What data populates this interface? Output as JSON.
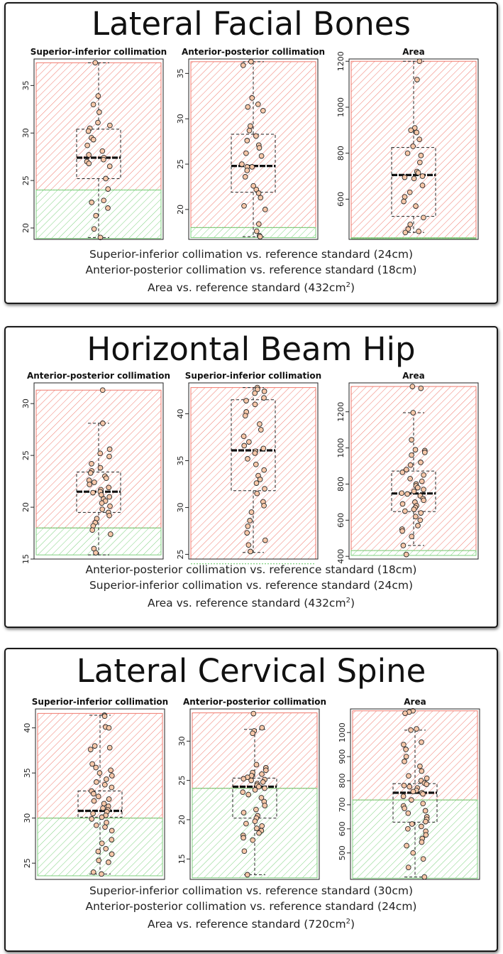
{
  "panels": [
    {
      "title": "Lateral Facial Bones",
      "captions": [
        {
          "text": "Superior-inferior collimation vs. reference standard (24cm)"
        },
        {
          "text": "Anterior-posterior collimation vs. reference standard (18cm)"
        },
        {
          "text": "Area vs. reference standard (432cm",
          "sup": "2",
          "tail": ")"
        }
      ]
    },
    {
      "title": "Horizontal Beam Hip",
      "captions": [
        {
          "text": "Anterior-posterior collimation vs. reference standard (18cm)"
        },
        {
          "text": "Superior-inferior collimation vs. reference standard (24cm)"
        },
        {
          "text": "Area vs. reference standard (432cm",
          "sup": "2",
          "tail": ")"
        }
      ]
    },
    {
      "title": "Lateral Cervical Spine",
      "captions": [
        {
          "text": "Superior-inferior collimation vs. reference standard (30cm)"
        },
        {
          "text": "Anterior-posterior collimation vs. reference standard (24cm)"
        },
        {
          "text": "Area vs. reference standard (720cm",
          "sup": "2",
          "tail": ")"
        }
      ]
    }
  ],
  "colors": {
    "over_hatch": "#f07a6e",
    "under_hatch": "#7fd17f",
    "point_fill": "#f6c7a8",
    "point_edge": "#2b2b2b",
    "box_edge": "#222222",
    "median": "#111111"
  },
  "chart_data": [
    {
      "type": "boxplot",
      "panel": "Lateral Facial Bones",
      "title": "Superior-inferior collimation",
      "yticks": [
        20,
        25,
        30,
        35
      ],
      "ylim": [
        18.8,
        37.8
      ],
      "reference": 24,
      "band_min": 18.9,
      "band_max": 37.4,
      "box": {
        "whisker_low": 19,
        "q1": 25.2,
        "median": 27.4,
        "q3": 30.4,
        "whisker_high": 37.4
      },
      "points": [
        37.4,
        33.9,
        33.0,
        32.2,
        31.1,
        30.8,
        30.5,
        30.2,
        29.5,
        29.3,
        28.7,
        28.1,
        27.7,
        27.4,
        27.2,
        27.0,
        26.8,
        26.5,
        25.2,
        24.1,
        22.9,
        22.7,
        22.1,
        21.3,
        19.9,
        19.0
      ]
    },
    {
      "type": "boxplot",
      "panel": "Lateral Facial Bones",
      "title": "Anterior-posterior collimation",
      "yticks": [
        20,
        25,
        30,
        35
      ],
      "ylim": [
        16.7,
        36.6
      ],
      "reference": 18,
      "band_min": 16.9,
      "band_max": 36.3,
      "box": {
        "whisker_low": 17,
        "q1": 21.9,
        "median": 24.8,
        "q3": 28.3,
        "whisker_high": 36.3
      },
      "points": [
        36.3,
        35.9,
        32.3,
        31.6,
        31.3,
        30.9,
        29.2,
        28.7,
        28.1,
        27.6,
        27.1,
        26.8,
        26.2,
        25.9,
        25.0,
        24.7,
        24.7,
        24.3,
        23.6,
        22.6,
        22.2,
        21.8,
        21.3,
        20.4,
        20.0,
        18.4,
        17.6,
        17.1,
        17.0
      ]
    },
    {
      "type": "boxplot",
      "panel": "Lateral Facial Bones",
      "title": "Area",
      "yticks": [
        600,
        800,
        1000,
        1200
      ],
      "ylim": [
        425,
        1210
      ],
      "reference": 432,
      "band_min": 428,
      "band_max": 1200,
      "box": {
        "whisker_low": 455,
        "q1": 525,
        "median": 705,
        "q3": 825,
        "whisker_high": 1200
      },
      "points": [
        1200,
        1120,
        910,
        900,
        890,
        860,
        830,
        800,
        790,
        760,
        720,
        715,
        700,
        695,
        690,
        660,
        630,
        610,
        590,
        570,
        520,
        490,
        470,
        460,
        455
      ]
    },
    {
      "type": "boxplot",
      "panel": "Horizontal Beam Hip",
      "title": "Anterior-posterior collimation",
      "yticks": [
        15,
        20,
        25,
        30
      ],
      "ylim": [
        15.0,
        32.0
      ],
      "reference": 18,
      "band_min": 15.4,
      "band_max": 31.3,
      "box": {
        "whisker_low": 15.4,
        "q1": 19.5,
        "median": 21.5,
        "q3": 23.4,
        "whisker_high": 28.1
      },
      "points": [
        31.3,
        28.1,
        25.6,
        25.2,
        24.9,
        24.2,
        23.8,
        23.5,
        23.3,
        23.0,
        22.8,
        22.6,
        22.4,
        22.2,
        21.9,
        21.7,
        21.5,
        21.4,
        21.2,
        21.0,
        20.8,
        20.6,
        20.4,
        20.1,
        19.8,
        19.5,
        19.2,
        18.9,
        18.5,
        18.2,
        17.8,
        17.4,
        16.0,
        15.6
      ]
    },
    {
      "type": "boxplot",
      "panel": "Horizontal Beam Hip",
      "title": "Superior-inferior collimation",
      "yticks": [
        25,
        30,
        35,
        40
      ],
      "ylim": [
        24.5,
        43.3
      ],
      "reference": 24,
      "band_min": 24.5,
      "band_max": 42.8,
      "box": {
        "whisker_low": 25.2,
        "q1": 31.8,
        "median": 36.1,
        "q3": 41.5,
        "whisker_high": 42.8
      },
      "points": [
        42.8,
        42.6,
        42.4,
        42.2,
        41.7,
        41.4,
        41.0,
        40.2,
        39.8,
        38.9,
        38.3,
        37.6,
        37.0,
        36.6,
        36.3,
        36.0,
        35.8,
        35.2,
        34.6,
        34.0,
        33.4,
        33.0,
        32.6,
        32.0,
        31.5,
        30.6,
        30.2,
        29.5,
        28.6,
        28.0,
        27.3,
        26.5,
        26.0,
        25.3
      ]
    },
    {
      "type": "boxplot",
      "panel": "Horizontal Beam Hip",
      "title": "Area",
      "yticks": [
        400,
        600,
        800,
        1000,
        1200
      ],
      "ylim": [
        385,
        1360
      ],
      "reference": 432,
      "band_min": 405,
      "band_max": 1340,
      "box": {
        "whisker_low": 460,
        "q1": 648,
        "median": 748,
        "q3": 872,
        "whisker_high": 1195
      },
      "points": [
        1340,
        1330,
        1195,
        1045,
        990,
        985,
        975,
        960,
        920,
        905,
        880,
        865,
        850,
        830,
        815,
        800,
        790,
        780,
        770,
        760,
        750,
        745,
        735,
        720,
        710,
        700,
        690,
        680,
        670,
        660,
        650,
        640,
        620,
        600,
        570,
        550,
        540,
        510,
        460,
        410
      ]
    },
    {
      "type": "boxplot",
      "panel": "Lateral Cervical Spine",
      "title": "Superior-inferior collimation",
      "yticks": [
        25,
        30,
        35,
        40
      ],
      "ylim": [
        23.2,
        42.1
      ],
      "reference": 30,
      "band_min": 23.6,
      "band_max": 41.6,
      "box": {
        "whisker_low": 23.8,
        "q1": 30.1,
        "median": 30.8,
        "q3": 33.0,
        "whisker_high": 41.4
      },
      "points": [
        41.4,
        41.3,
        40.1,
        40.0,
        38.0,
        37.8,
        37.6,
        36.0,
        35.6,
        35.3,
        35.0,
        34.7,
        34.3,
        34.0,
        33.7,
        33.4,
        33.0,
        32.7,
        32.4,
        32.1,
        31.9,
        31.6,
        31.3,
        31.1,
        30.9,
        30.7,
        30.5,
        30.3,
        30.1,
        29.9,
        29.5,
        29.2,
        29.0,
        28.6,
        27.6,
        27.2,
        26.6,
        26.3,
        26.0,
        25.3,
        25.1,
        24.0,
        23.8
      ]
    },
    {
      "type": "boxplot",
      "panel": "Lateral Cervical Spine",
      "title": "Anterior-posterior collimation",
      "yticks": [
        15,
        20,
        25,
        30
      ],
      "ylim": [
        12.4,
        34.1
      ],
      "reference": 24,
      "band_min": 12.6,
      "band_max": 33.6,
      "box": {
        "whisker_low": 13.0,
        "q1": 20.2,
        "median": 24.2,
        "q3": 25.3,
        "whisker_high": 31.5
      },
      "points": [
        33.5,
        31.7,
        31.3,
        31.0,
        27.0,
        26.6,
        26.3,
        26.0,
        25.8,
        25.6,
        25.4,
        25.2,
        25.1,
        25.0,
        24.8,
        24.6,
        24.4,
        24.2,
        24.0,
        23.8,
        23.5,
        23.2,
        22.8,
        22.3,
        21.8,
        21.3,
        20.9,
        20.5,
        20.2,
        19.8,
        19.5,
        19.2,
        18.9,
        18.6,
        18.3,
        18.0,
        17.7,
        17.4,
        16.0,
        13.0
      ]
    },
    {
      "type": "boxplot",
      "panel": "Lateral Cervical Spine",
      "title": "Area",
      "yticks": [
        500,
        600,
        700,
        800,
        900,
        1000
      ],
      "ylim": [
        390,
        1098
      ],
      "reference": 720,
      "band_min": 395,
      "band_max": 1090,
      "box": {
        "whisker_low": 400,
        "q1": 628,
        "median": 750,
        "q3": 788,
        "whisker_high": 1010
      },
      "points": [
        1090,
        1085,
        1080,
        1015,
        1010,
        960,
        950,
        930,
        900,
        880,
        860,
        840,
        820,
        810,
        800,
        790,
        785,
        780,
        775,
        770,
        760,
        755,
        750,
        745,
        735,
        720,
        705,
        695,
        685,
        675,
        665,
        650,
        640,
        630,
        620,
        610,
        600,
        590,
        575,
        560,
        545,
        530,
        500,
        475,
        440,
        400
      ]
    }
  ]
}
